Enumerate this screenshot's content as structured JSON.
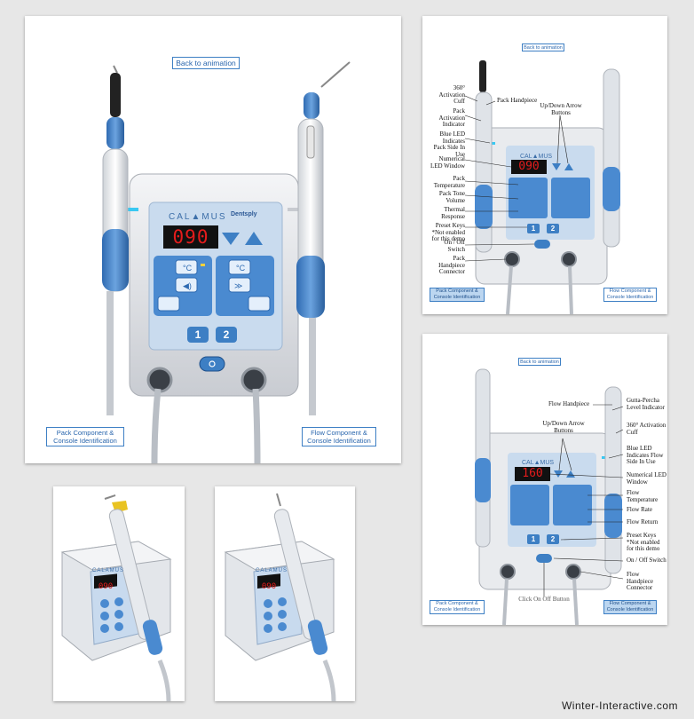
{
  "back_label": "Back to animation",
  "pack_label": "Pack Component & Console Identification",
  "flow_label": "Flow Component & Console Identification",
  "led_main": "090",
  "led_pack": "090",
  "led_flow": "160",
  "brand": "CALAMUS",
  "maker": "Dentsply",
  "preset_1": "1",
  "preset_2": "2",
  "pack_callouts": [
    "360° Activation Cuff",
    "Pack Activation Indicator",
    "Blue LED Indicates Pack Side In Use",
    "Numerical LED Window",
    "Pack Temperature",
    "Pack Tone Volume",
    "Thermal Response",
    "Preset Keys *Not enabled for this demo",
    "On / Off Switch",
    "Pack Handpiece Connector"
  ],
  "pack_top_callouts": [
    "Pack Handpiece",
    "Up/Down Arrow Buttons"
  ],
  "flow_callouts": [
    "Flow Handpiece",
    "Gutta-Percha Level Indicator",
    "Up/Down Arrow Buttons",
    "360° Activation Cuff",
    "Blue LED Indicates Flow Side In Use",
    "Numerical LED Window",
    "Flow Temperature",
    "Flow Rate",
    "Flow Return",
    "Preset Keys *Not enabled for this demo",
    "On / Off Switch",
    "Flow Handpiece Connector"
  ],
  "click_hint": "Click On Off Button",
  "credit": "Winter-Interactive.com",
  "colors": {
    "accent": "#3d7fc4",
    "led": "#e41c1c",
    "panel_blue": "#4a8ad0",
    "background": "#e7e7e7"
  }
}
